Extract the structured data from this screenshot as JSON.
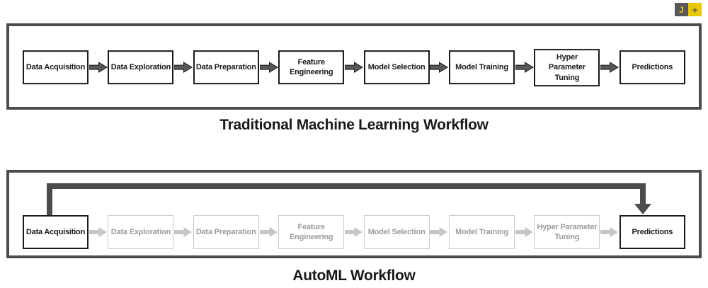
{
  "badge": {
    "left_letter": "J",
    "right_symbol": "+"
  },
  "traditional": {
    "title": "Traditional Machine Learning Workflow",
    "steps": [
      "Data Acquisition",
      "Data Exploration",
      "Data Preparation",
      "Feature Engineering",
      "Model Selection",
      "Model Training",
      "Hyper Parameter Tuning",
      "Predictions"
    ]
  },
  "automl": {
    "title": "AutoML Workflow",
    "steps": [
      "Data Acquisition",
      "Data Exploration",
      "Data Preparation",
      "Feature Engineering",
      "Model Selection",
      "Model Training",
      "Hyper Parameter Tuning",
      "Predictions"
    ],
    "active_steps": [
      "Data Acquisition",
      "Predictions"
    ]
  },
  "colors": {
    "frame_border": "#4c4c4e",
    "active_box_border": "#1a1a1a",
    "inactive_box_border": "#cccccc",
    "active_text": "#1a1a1a",
    "inactive_text": "#9b9b9b",
    "dark_arrow_fill": "#57585a",
    "light_arrow_fill": "#c6c6c6",
    "bypass_arrow": "#4c4c4e",
    "badge_dark": "#58585a",
    "badge_gold": "#eac800"
  }
}
